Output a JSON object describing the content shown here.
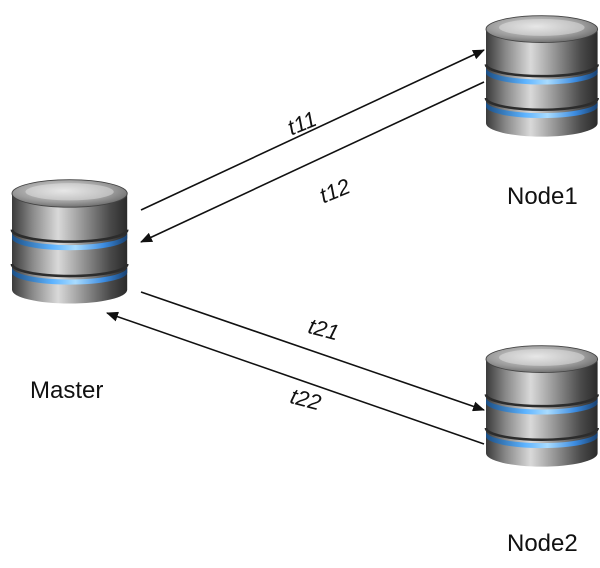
{
  "nodes": {
    "master": {
      "label": "Master",
      "icon": "database-icon"
    },
    "node1": {
      "label": "Node1",
      "icon": "database-icon"
    },
    "node2": {
      "label": "Node2",
      "icon": "database-icon"
    }
  },
  "edges": {
    "t11": {
      "label": "t11",
      "from": "Master",
      "to": "Node1"
    },
    "t12": {
      "label": "t12",
      "from": "Node1",
      "to": "Master"
    },
    "t21": {
      "label": "t21",
      "from": "Master",
      "to": "Node2"
    },
    "t22": {
      "label": "t22",
      "from": "Node2",
      "to": "Master"
    }
  },
  "colors": {
    "ring_glow": "#4a9fe8",
    "cylinder_body": "#6f6f6f",
    "line": "#111111"
  }
}
